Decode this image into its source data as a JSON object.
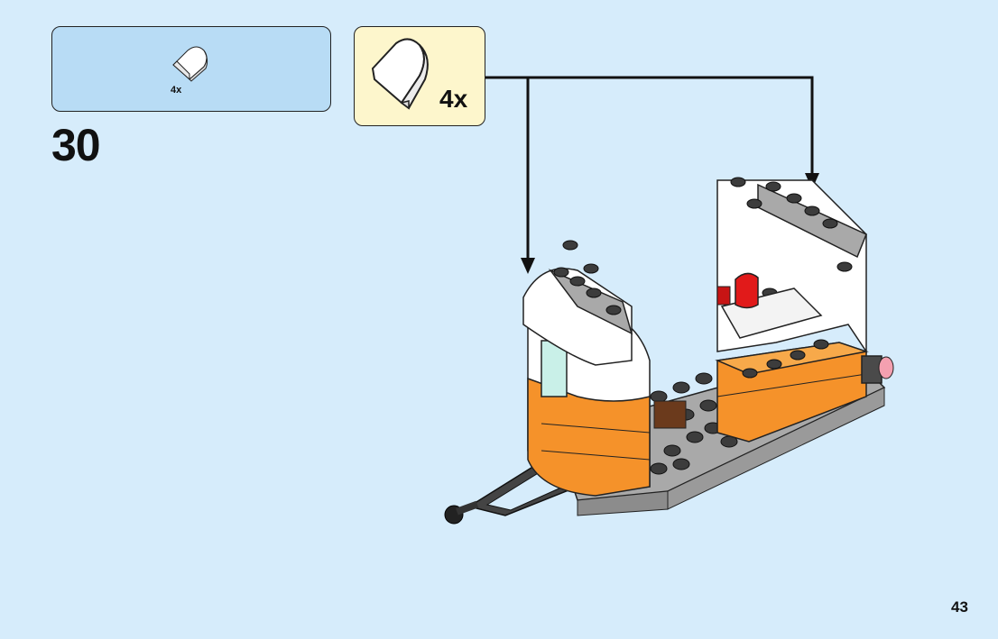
{
  "step": {
    "number": "30",
    "parts_list": {
      "quantity": "4x",
      "part_icon": "white-curved-slope-brick-icon"
    },
    "callout": {
      "quantity": "4x",
      "part_icon": "white-curved-slope-brick-icon"
    }
  },
  "page": {
    "number": "43"
  },
  "colors": {
    "background": "#d6ecfb",
    "parts_box": "#b8dcf5",
    "callout_box": "#fdf6cc",
    "orange": "#f5922a",
    "white": "#ffffff",
    "dark_grey": "#5a5a5a",
    "light_grey": "#a9a9a9",
    "red": "#e11a1a",
    "brown": "#6b3a1c"
  }
}
